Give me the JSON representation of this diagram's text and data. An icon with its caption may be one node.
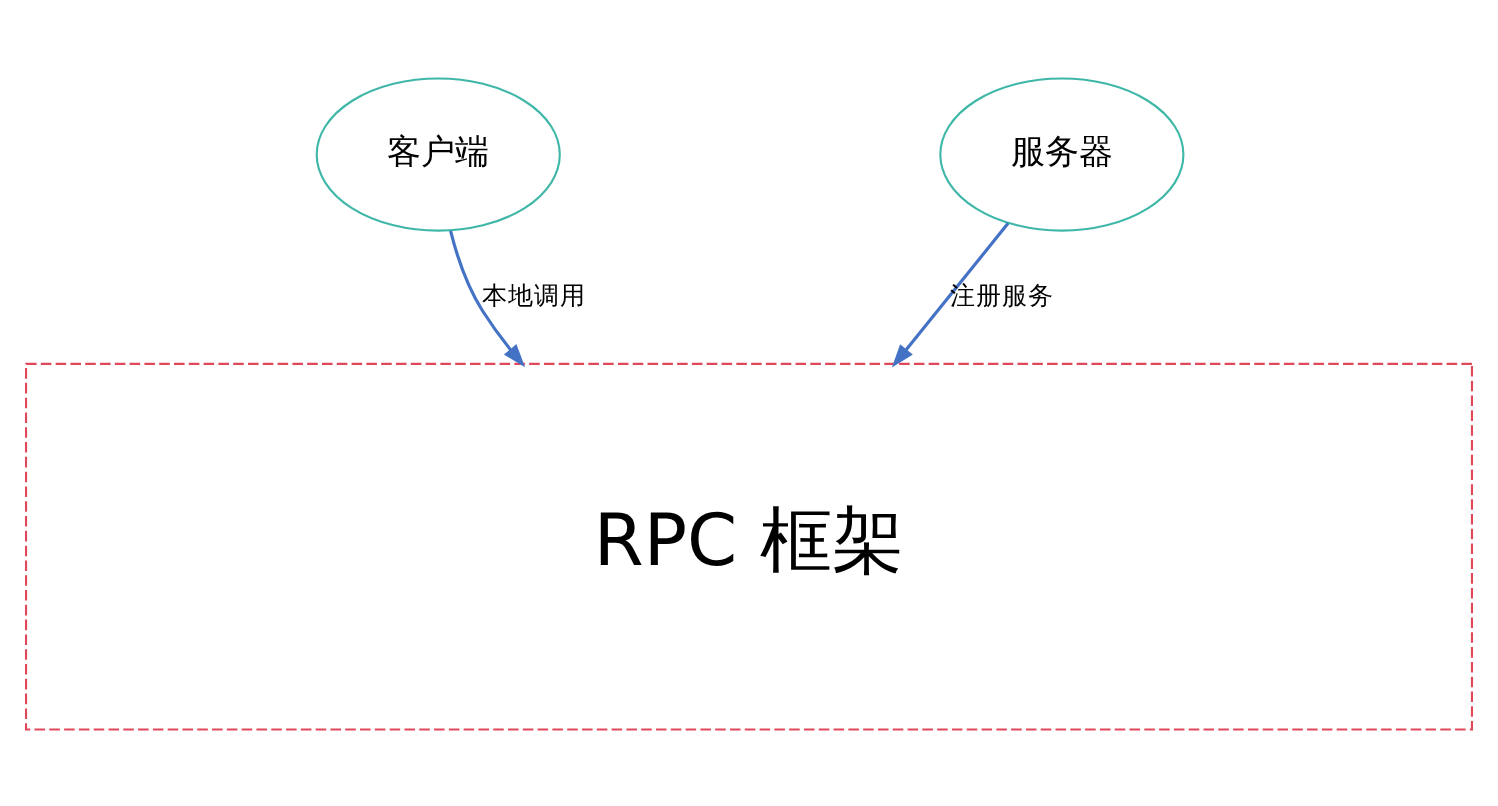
{
  "diagram": {
    "nodes": [
      {
        "text": [
          "客户端"
        ]
      },
      {
        "text": [
          "服务器"
        ]
      },
      {
        "text": [
          "RPC 框架"
        ]
      }
    ],
    "edges": [
      {
        "from": 0,
        "to": 2,
        "arrow": "to",
        "label": "本地调用"
      },
      {
        "from": 1,
        "to": 2,
        "arrow": "to",
        "label": "注册服务"
      }
    ]
  }
}
